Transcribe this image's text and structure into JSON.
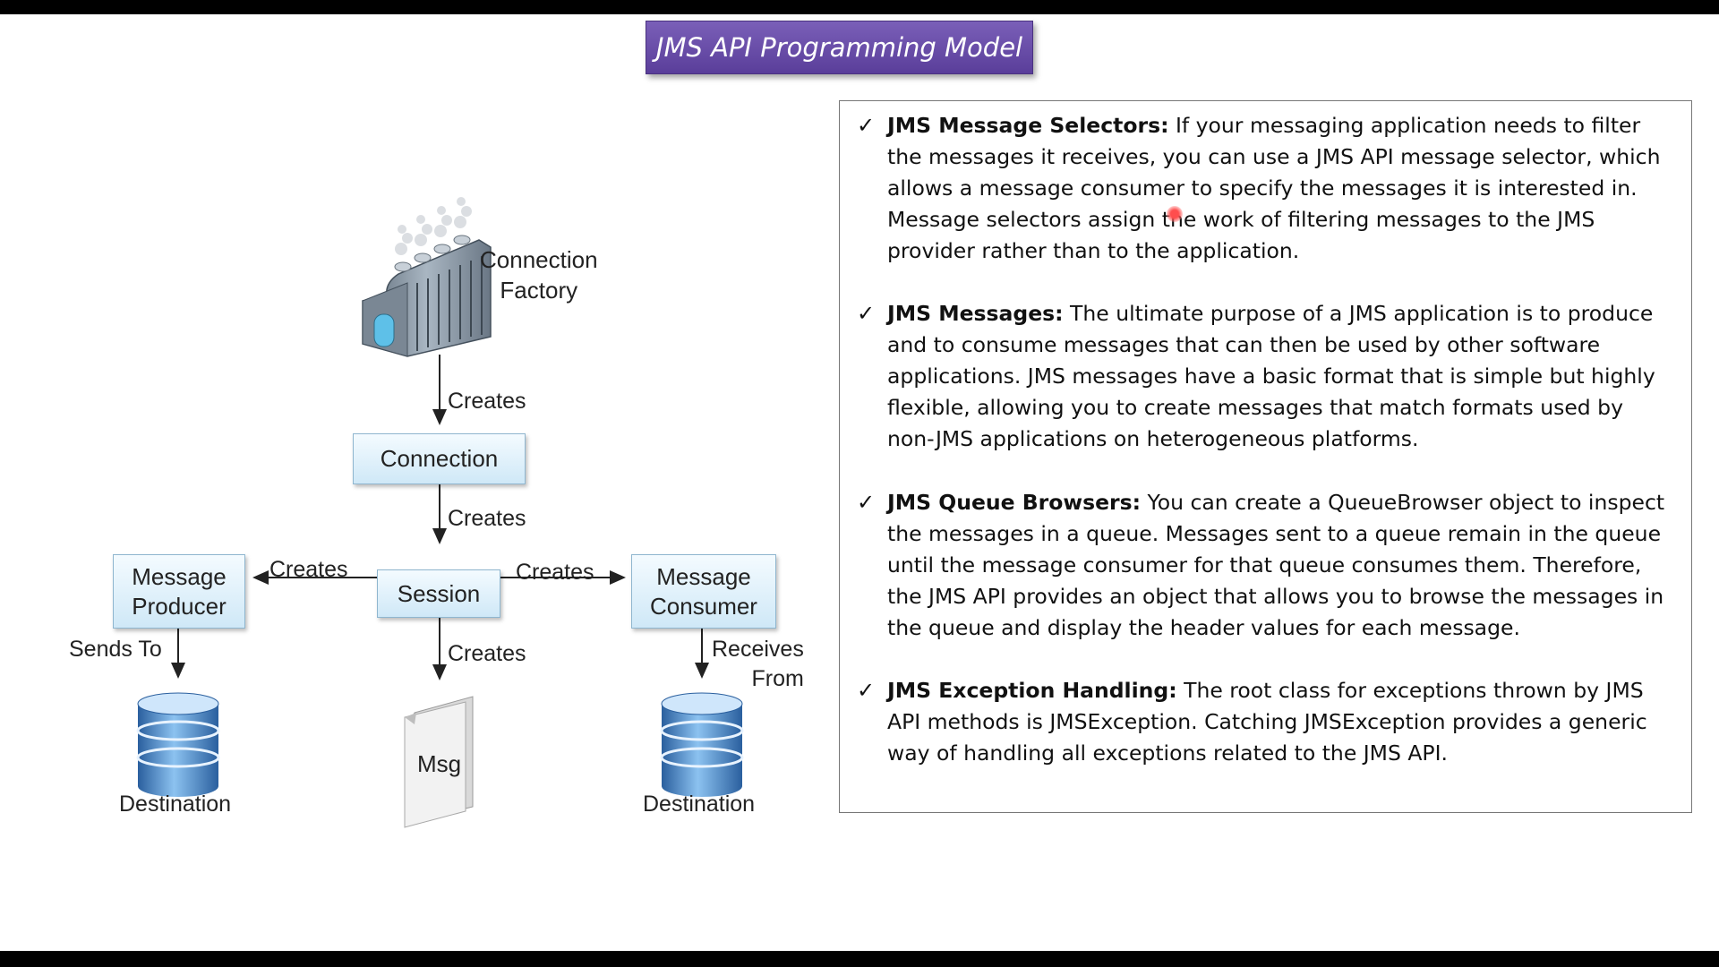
{
  "title": "JMS API Programming Model",
  "diagram": {
    "connection_factory_label": "Connection\nFactory",
    "connection": "Connection",
    "session": "Session",
    "message_producer": "Message\nProducer",
    "message_consumer": "Message\nConsumer",
    "creates_1": "Creates",
    "creates_2": "Creates",
    "creates_left": "Creates",
    "creates_right": "Creates",
    "creates_msg": "Creates",
    "sends_to": "Sends To",
    "receives_from": "Receives\nFrom",
    "msg": "Msg",
    "destination_left": "Destination",
    "destination_right": "Destination"
  },
  "bullets": [
    {
      "heading": "JMS Message Selectors:",
      "text": " If your messaging application needs to filter the messages it receives, you can use a JMS API message selector, which allows a message consumer to specify the messages it is interested in. Message selectors assign the work of filtering messages to the JMS provider rather than to the application."
    },
    {
      "heading": "JMS Messages:",
      "text": " The ultimate purpose of a JMS application is to produce and to consume messages that can then be used by other software applications. JMS messages have a basic format that is simple but highly flexible, allowing you to create messages that match formats used by non-JMS applications on heterogeneous platforms."
    },
    {
      "heading": "JMS Queue Browsers:",
      "text": " You can create a QueueBrowser object to inspect the messages in a queue. Messages sent to a queue remain in the queue until the message consumer for that queue consumes them. Therefore, the JMS API provides an object that allows you to browse the messages in the queue and display the header values for each message."
    },
    {
      "heading": "JMS Exception Handling:",
      "text": " The root class for exceptions thrown by JMS API methods is JMSException. Catching JMSException provides a generic way of handling all exceptions related to the JMS API."
    }
  ],
  "colors": {
    "banner": "#6a4fae",
    "box_fill": "#cfe8f7",
    "db_blue": "#3f7fc4"
  }
}
